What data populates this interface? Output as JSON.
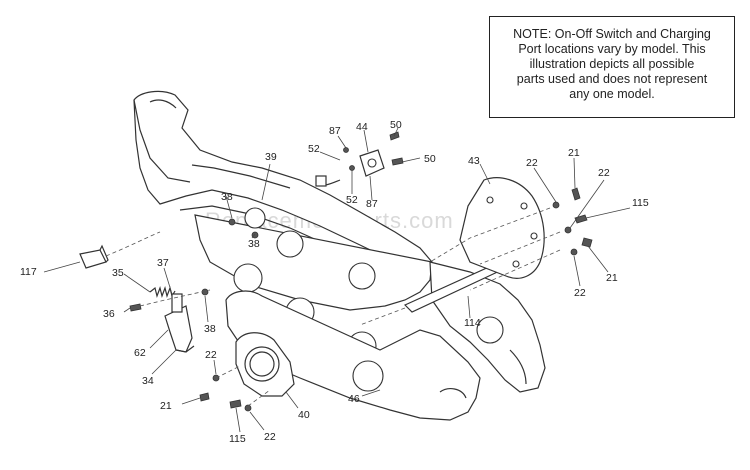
{
  "note": {
    "lines": [
      "NOTE: On-Off Switch and Charging",
      "Port locations vary by model. This",
      "illustration depicts all possible",
      "parts used and does not represent",
      "any one model."
    ]
  },
  "watermark": "ReplacementParts.com",
  "callouts": {
    "c117": "117",
    "c35": "35",
    "c37": "37",
    "c36": "36",
    "c38a": "38",
    "c38b": "38",
    "c38c": "38",
    "c62": "62",
    "c34": "34",
    "c39": "39",
    "c87a": "87",
    "c87b": "87",
    "c44": "44",
    "c50a": "50",
    "c50b": "50",
    "c52a": "52",
    "c52b": "52",
    "c43": "43",
    "c22a": "22",
    "c22b": "22",
    "c22c": "22",
    "c22d": "22",
    "c22e": "22",
    "c21a": "21",
    "c21b": "21",
    "c21c": "21",
    "c115a": "115",
    "c115b": "115",
    "c114": "114",
    "c46": "46",
    "c40": "40"
  }
}
